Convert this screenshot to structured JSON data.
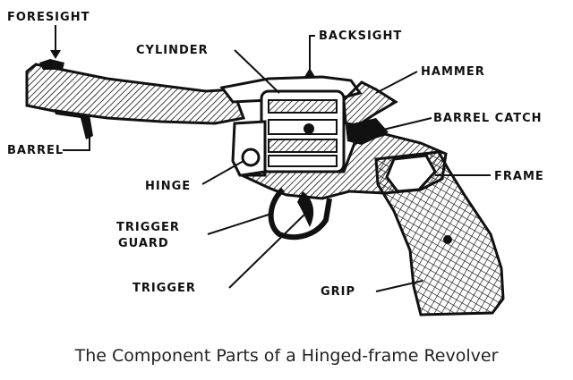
{
  "diagram": {
    "labels": {
      "foresight": "FORESIGHT",
      "cylinder": "CYLINDER",
      "backsight": "BACKSIGHT",
      "hammer": "HAMMER",
      "barrel_catch": "BARREL CATCH",
      "barrel": "BARREL",
      "frame": "FRAME",
      "hinge": "HINGE",
      "trigger_guard_1": "TRIGGER",
      "trigger_guard_2": "GUARD",
      "trigger": "TRIGGER",
      "grip": "GRIP"
    },
    "caption": "The Component Parts of a Hinged-frame Revolver"
  }
}
